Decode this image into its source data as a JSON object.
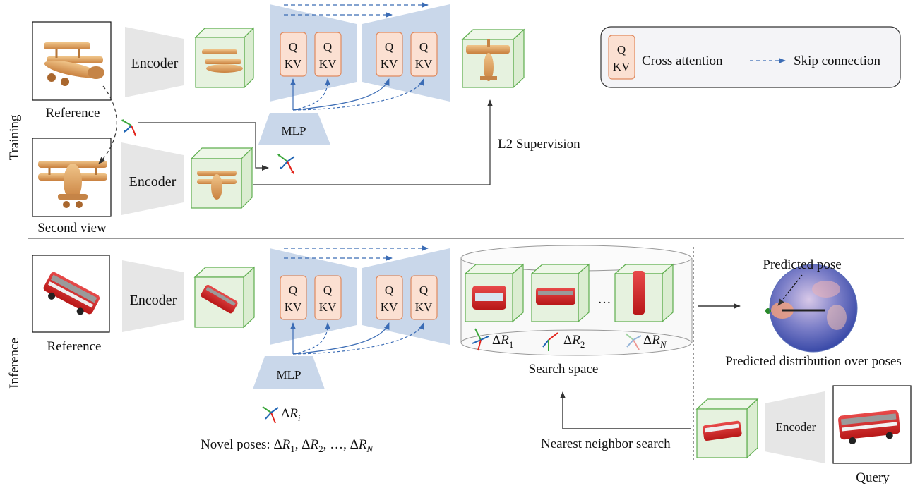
{
  "sections": {
    "training": "Training",
    "inference": "Inference"
  },
  "labels": {
    "encoder": "Encoder",
    "mlp": "MLP",
    "q": "Q",
    "kv": "KV",
    "reference": "Reference",
    "second_view": "Second view",
    "l2_supervision": "L2 Supervision",
    "search_space": "Search space",
    "predicted_pose": "Predicted pose",
    "predicted_distribution": "Predicted distribution over poses",
    "nearest_neighbor_search": "Nearest neighbor search",
    "query": "Query",
    "novel_poses_prefix": "Novel poses: ",
    "ellipsis": "…",
    "delta": "Δ",
    "R": "R",
    "i": "i",
    "sub1": "1",
    "sub2": "2",
    "subN": "N",
    "novel_poses_sep": ",  ",
    "novel_poses_dots": ", …, "
  },
  "legend": {
    "cross_attention": "Cross attention",
    "skip_connection": "Skip connection"
  },
  "colors": {
    "unet": "#c9d7ea",
    "encoder": "#e6e6e6",
    "qkv_fill": "#fbe0d2",
    "qkv_stroke": "#e08a5f",
    "cube_fill": "#e6f2df",
    "cube_stroke": "#5fae4f",
    "arrow_blue": "#3b6cb5",
    "axis_red": "#e2231a",
    "axis_green": "#3aa63a",
    "axis_blue": "#1f64b4"
  },
  "icons": [
    "airplane-image",
    "bus-image",
    "rotation-axes-icon",
    "pose-sphere"
  ]
}
